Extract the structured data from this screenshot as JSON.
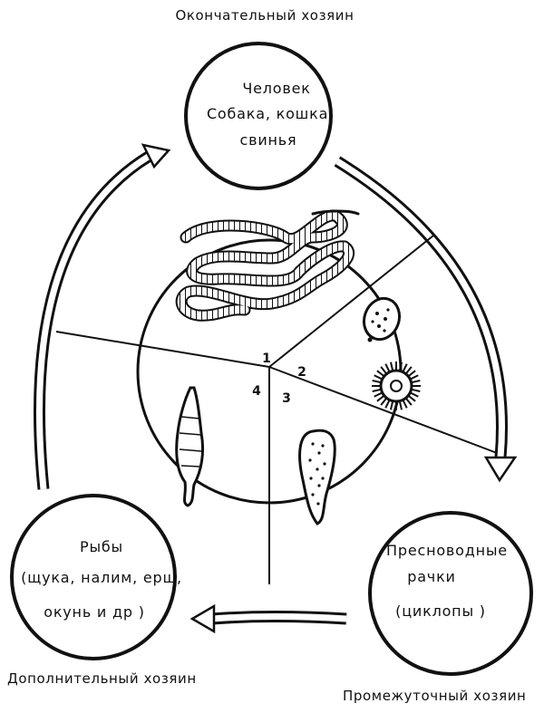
{
  "labels": {
    "definitive_host": "Окончательный хозяин",
    "intermediate_host": "Промежуточный хозяин",
    "additional_host": "Дополнительный хозяин"
  },
  "hosts": {
    "definitive": [
      "Человек",
      "Собака, кошка,",
      "свинья"
    ],
    "intermediate": [
      "Пресноводные",
      "рачки",
      "(циклопы )"
    ],
    "additional": [
      "Рыбы",
      "(щука, налим, ерш,",
      "окунь и др  )"
    ]
  },
  "stages": [
    "1",
    "2",
    "3",
    "4"
  ]
}
